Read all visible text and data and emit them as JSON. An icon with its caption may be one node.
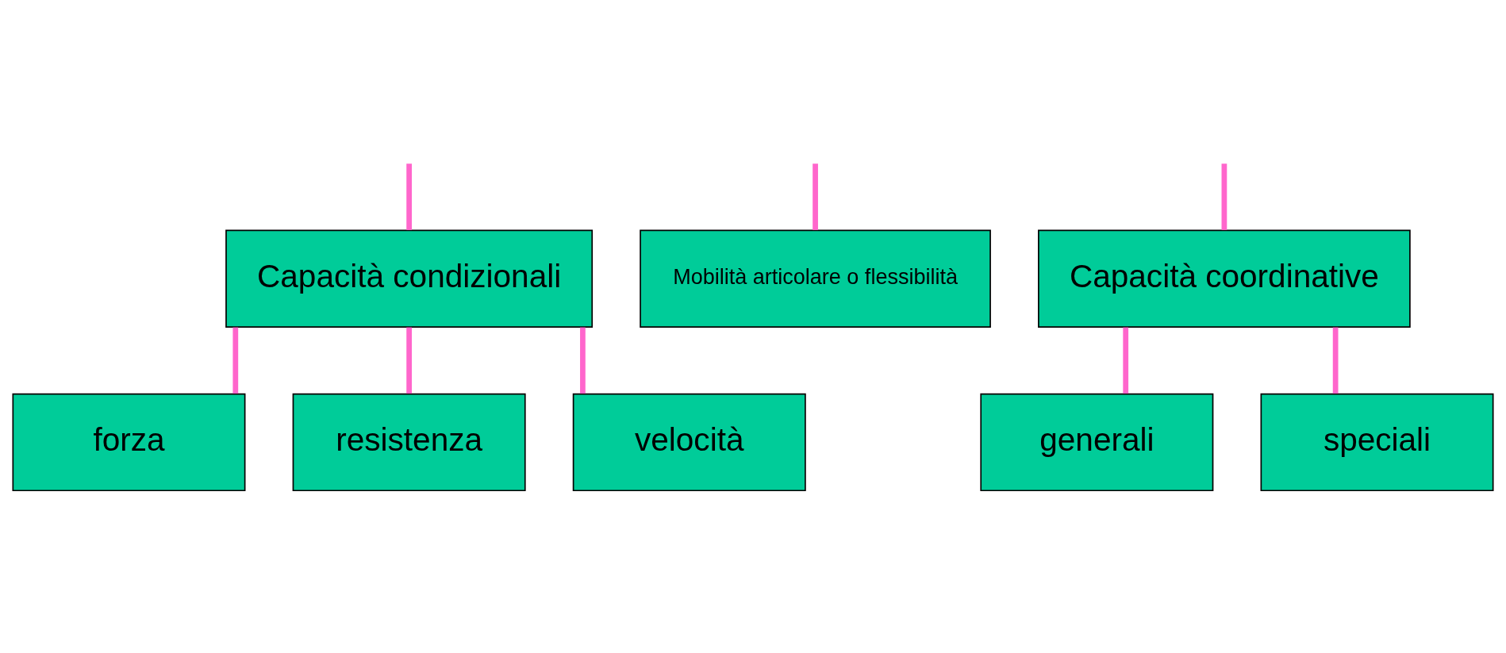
{
  "diagram": {
    "nodes": [
      {
        "text": [
          "Capacità condizionali"
        ]
      },
      {
        "text": [
          "Mobilità articolare o flessibilità"
        ]
      },
      {
        "text": [
          "Capacità coordinative"
        ]
      },
      {
        "text": [
          "forza"
        ]
      },
      {
        "text": [
          "resistenza"
        ]
      },
      {
        "text": [
          "velocità"
        ]
      },
      {
        "text": [
          "generali"
        ]
      },
      {
        "text": [
          "speciali"
        ]
      }
    ],
    "edges": [
      {
        "from": null,
        "to": 0,
        "arrow": "none"
      },
      {
        "from": null,
        "to": 1,
        "arrow": "none"
      },
      {
        "from": null,
        "to": 2,
        "arrow": "none"
      },
      {
        "from": 0,
        "to": 3,
        "arrow": "none"
      },
      {
        "from": 0,
        "to": 4,
        "arrow": "none"
      },
      {
        "from": 0,
        "to": 5,
        "arrow": "none"
      },
      {
        "from": 2,
        "to": 6,
        "arrow": "none"
      },
      {
        "from": 2,
        "to": 7,
        "arrow": "none"
      }
    ]
  }
}
